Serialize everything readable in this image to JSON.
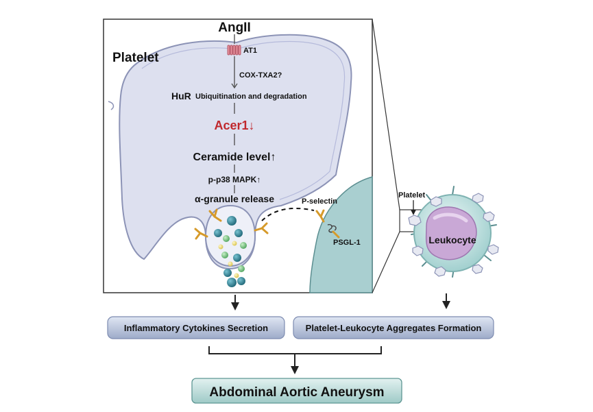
{
  "pathway": {
    "angII": "AngII",
    "at1": "AT1",
    "platelet_label": "Platelet",
    "cox": "COX-TXA2?",
    "hur": "HuR",
    "hur_detail": "Ubiquitination and degradation",
    "acer1": "Acer1↓",
    "ceramide": "Ceramide level↑",
    "p38": "p-p38 MAPK↑",
    "granule": "α-granule release",
    "pselectin": "P-selectin",
    "psgl1": "PSGL-1"
  },
  "leukocyte_panel": {
    "platelet_label": "Platelet",
    "leukocyte_label": "Leukocyte"
  },
  "outcomes": {
    "left": "Inflammatory Cytokines Secretion",
    "right": "Platelet-Leukocyte Aggregates Formation",
    "final": "Abdominal Aortic Aneurysm"
  },
  "colors": {
    "platelet_fill": "#dde0ef",
    "platelet_stroke": "#8c93b6",
    "leukocyte_fill": "#cfe7e7",
    "nucleus": "#c9a8d6",
    "acer1": "#c0282d",
    "box_fill": "#b8c3dc",
    "final_fill": "#b7d8d6",
    "granule_teal": "#3a8a9a",
    "granule_green": "#84c98a",
    "granule_yellow": "#f0e07a"
  }
}
